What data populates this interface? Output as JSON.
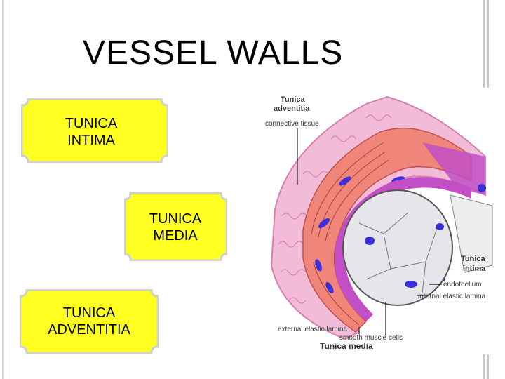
{
  "slide": {
    "title": "VESSEL WALLS"
  },
  "boxes": [
    {
      "line1": "TUNICA",
      "line2": "INTIMA"
    },
    {
      "line1": "TUNICA",
      "line2": "MEDIA"
    },
    {
      "line1": "TUNICA",
      "line2": "ADVENTITIA"
    }
  ],
  "diagram": {
    "adventitia_title_1": "Tunica",
    "adventitia_title_2": "adventitia",
    "adventitia_sub": "connective tissue",
    "intima_title_1": "Tunica",
    "intima_title_2": "intima",
    "endothelium": "endothelium",
    "internal_elastic": "internal elastic lamina",
    "external_elastic": "external elastic lamina",
    "smooth_muscle": "smooth muscle cells",
    "media_title": "Tunica media"
  },
  "colors": {
    "box_fill": "#ffff22",
    "box_border": "#d0d0d0",
    "adventitia_pink": "#e9a0c8",
    "media_salmon": "#f0857a",
    "intima_magenta": "#c24fc6",
    "nucleus_blue": "#3a2fd8"
  }
}
